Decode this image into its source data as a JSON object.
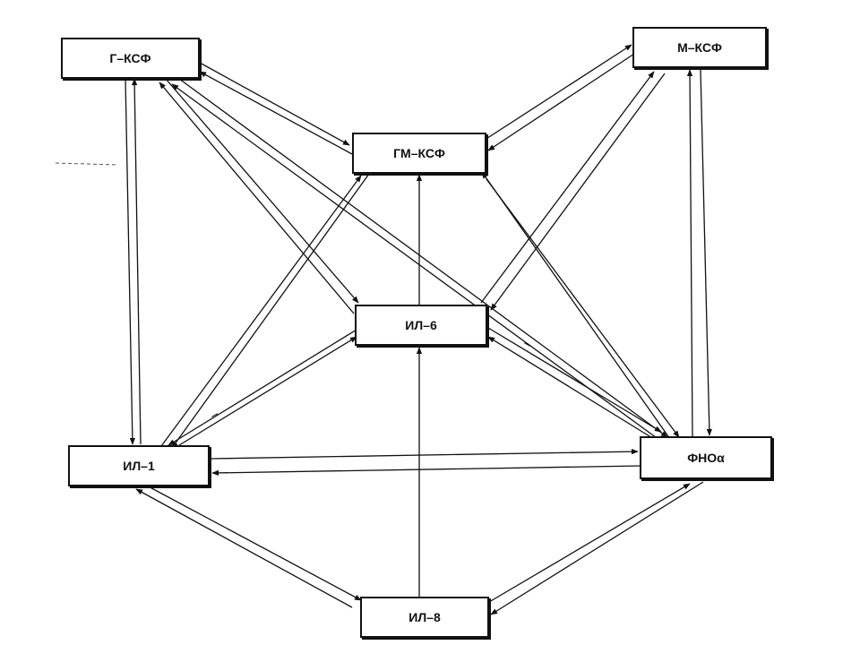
{
  "nodes": {
    "gcsf": "Г–КСФ",
    "mcsf": "М–КСФ",
    "gmcsf": "ГМ–КСФ",
    "il6": "ИЛ–6",
    "il1": "ИЛ–1",
    "tnf": "ФНОα",
    "il8": "ИЛ–8"
  },
  "edge_marks": {
    "il6_il1_mark": "–",
    "il6_tnf_mark": "–"
  },
  "edges": [
    {
      "from": "Г–КСФ",
      "to": "ГМ–КСФ",
      "bidirectional": true
    },
    {
      "from": "Г–КСФ",
      "to": "ИЛ–1",
      "bidirectional": true
    },
    {
      "from": "Г–КСФ",
      "to": "ИЛ–6",
      "bidirectional": true
    },
    {
      "from": "Г–КСФ",
      "to": "ФНОα",
      "bidirectional": true
    },
    {
      "from": "М–КСФ",
      "to": "ГМ–КСФ",
      "bidirectional": true
    },
    {
      "from": "М–КСФ",
      "to": "ИЛ–6",
      "bidirectional": true
    },
    {
      "from": "М–КСФ",
      "to": "ФНОα",
      "bidirectional": true
    },
    {
      "from": "ГМ–КСФ",
      "to": "ИЛ–1",
      "bidirectional": true
    },
    {
      "from": "ГМ–КСФ",
      "to": "ФНОα",
      "bidirectional": true
    },
    {
      "from": "ИЛ–6",
      "to": "ГМ–КСФ",
      "bidirectional": false
    },
    {
      "from": "ИЛ–6",
      "to": "ИЛ–1",
      "bidirectional": true
    },
    {
      "from": "ИЛ–6",
      "to": "ФНОα",
      "bidirectional": true
    },
    {
      "from": "ИЛ–1",
      "to": "ФНОα",
      "bidirectional": true
    },
    {
      "from": "ИЛ–1",
      "to": "ИЛ–8",
      "bidirectional": true
    },
    {
      "from": "ИЛ–8",
      "to": "ИЛ–6",
      "bidirectional": false
    },
    {
      "from": "ИЛ–8",
      "to": "ФНОα",
      "bidirectional": true
    }
  ]
}
